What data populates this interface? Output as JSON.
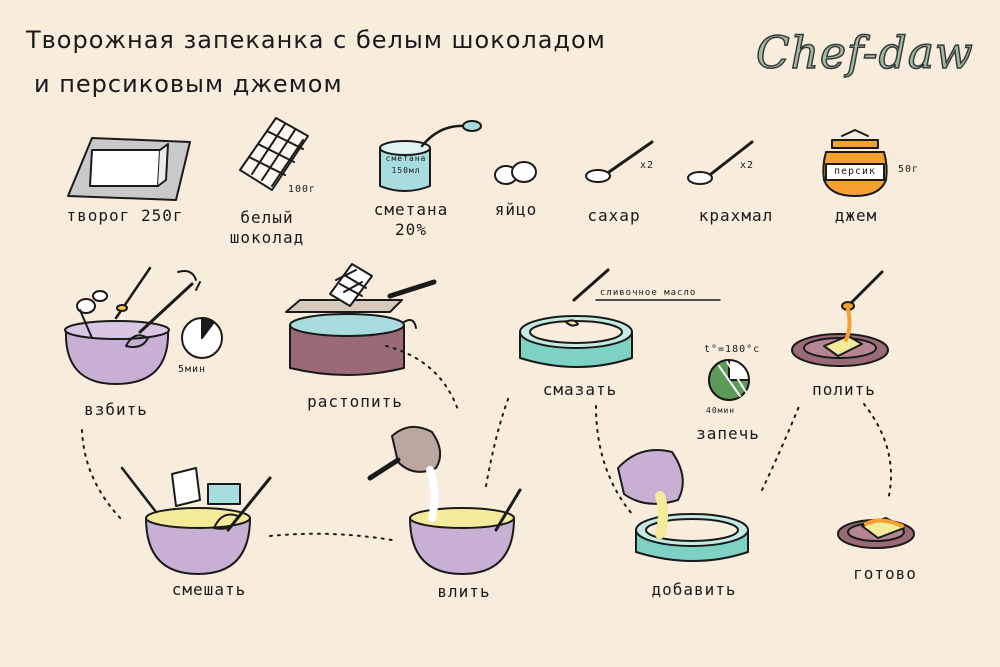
{
  "title": {
    "line1": "Творожная запеканка с белым шоколадом",
    "line2": "и персиковым джемом"
  },
  "brand": "Chef-daw",
  "ingredients": {
    "tvorog": "творог 250г",
    "chocolate_line1": "белый",
    "chocolate_line2": "шоколад",
    "chocolate_amount": "100г",
    "smetana_line1": "сметана",
    "smetana_line2": "20%",
    "smetana_cup_line1": "сметана",
    "smetana_cup_line2": "150мл",
    "egg": "яйцо",
    "sugar": "сахар",
    "sugar_qty": "x2",
    "starch": "крахмал",
    "starch_qty": "x2",
    "jam": "джем",
    "jam_jar_label": "персик",
    "jam_amount": "50г"
  },
  "steps": {
    "whisk": "взбить",
    "whisk_time": "5мин",
    "melt": "растопить",
    "grease": "смазать",
    "butter_label": "сливочное масло",
    "bake": "запечь",
    "bake_temp": "t°=180°c",
    "bake_time": "40мин",
    "pour_over": "полить",
    "mix": "смешать",
    "pour_in": "влить",
    "add": "добавить",
    "done": "готово"
  },
  "colors": {
    "background": "#f8ecdc",
    "bowl": "#c8b0d4",
    "pan": "#9a6b74",
    "teal": "#7dd2c4",
    "jam": "#f5a030",
    "batter": "#f3ea9a",
    "brand": "#9fbea2"
  }
}
